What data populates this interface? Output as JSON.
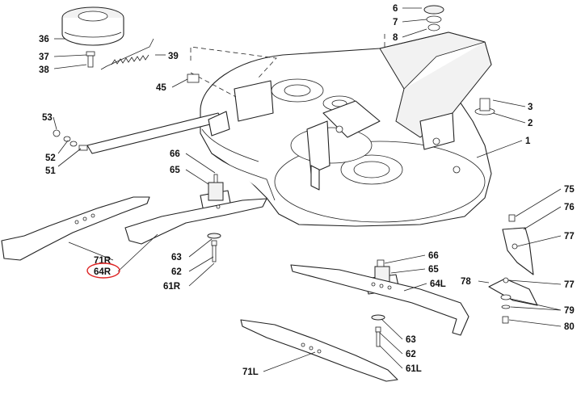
{
  "diagram": {
    "highlight_color": "#dd2222",
    "callouts": [
      {
        "id": "c6",
        "label": "6"
      },
      {
        "id": "c7",
        "label": "7"
      },
      {
        "id": "c8",
        "label": "8"
      },
      {
        "id": "c36",
        "label": "36"
      },
      {
        "id": "c37",
        "label": "37"
      },
      {
        "id": "c38",
        "label": "38"
      },
      {
        "id": "c39",
        "label": "39"
      },
      {
        "id": "c45",
        "label": "45"
      },
      {
        "id": "c3",
        "label": "3"
      },
      {
        "id": "c2",
        "label": "2"
      },
      {
        "id": "c1",
        "label": "1"
      },
      {
        "id": "c53",
        "label": "53"
      },
      {
        "id": "c52",
        "label": "52"
      },
      {
        "id": "c51",
        "label": "51"
      },
      {
        "id": "c66a",
        "label": "66"
      },
      {
        "id": "c65a",
        "label": "65"
      },
      {
        "id": "c75",
        "label": "75"
      },
      {
        "id": "c76",
        "label": "76"
      },
      {
        "id": "c77a",
        "label": "77"
      },
      {
        "id": "c63a",
        "label": "63"
      },
      {
        "id": "c62a",
        "label": "62"
      },
      {
        "id": "c61R",
        "label": "61R"
      },
      {
        "id": "c71R",
        "label": "71R"
      },
      {
        "id": "c64R",
        "label": "64R",
        "highlighted": true
      },
      {
        "id": "c66b",
        "label": "66"
      },
      {
        "id": "c65b",
        "label": "65"
      },
      {
        "id": "c64L",
        "label": "64L"
      },
      {
        "id": "c78",
        "label": "78"
      },
      {
        "id": "c77b",
        "label": "77"
      },
      {
        "id": "c79",
        "label": "79"
      },
      {
        "id": "c80",
        "label": "80"
      },
      {
        "id": "c63b",
        "label": "63"
      },
      {
        "id": "c62b",
        "label": "62"
      },
      {
        "id": "c61L",
        "label": "61L"
      },
      {
        "id": "c71L",
        "label": "71L"
      }
    ]
  }
}
